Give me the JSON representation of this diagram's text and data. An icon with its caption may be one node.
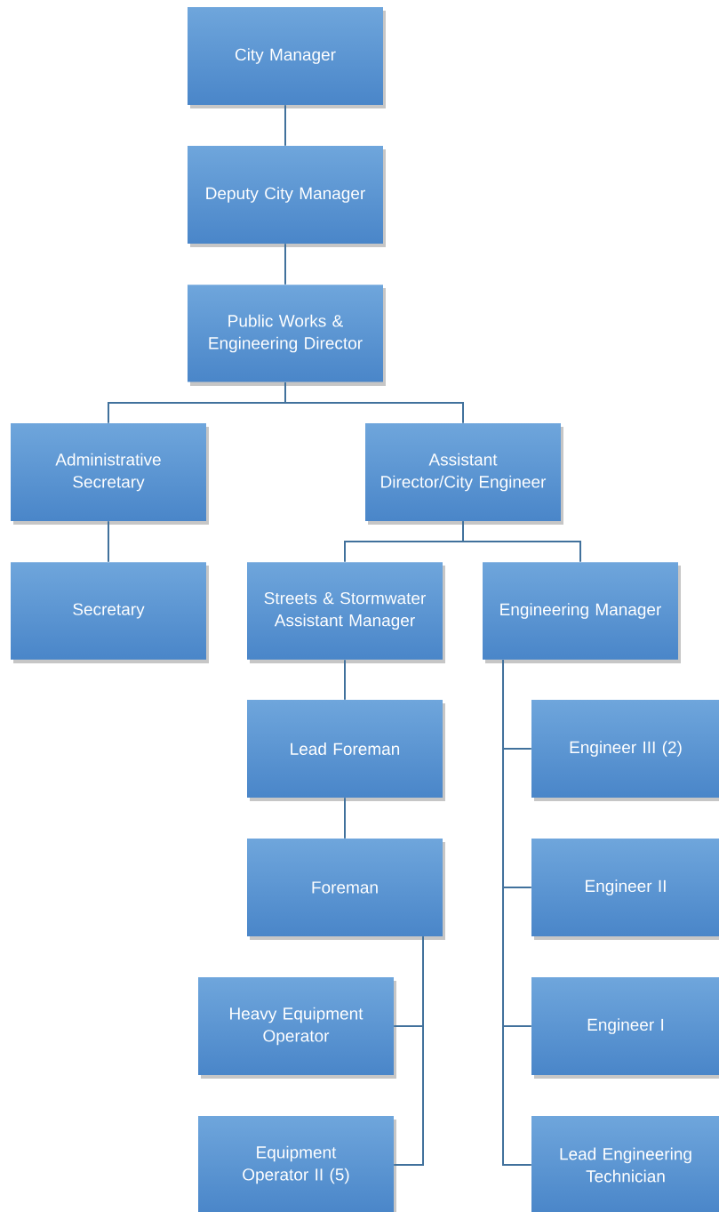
{
  "diagram": {
    "nodes": [
      {
        "text": [
          "City Manager"
        ]
      },
      {
        "text": [
          "Deputy City Manager"
        ]
      },
      {
        "text": [
          "Public Works & Engineering Director"
        ]
      },
      {
        "text": [
          "Administrative Secretary"
        ]
      },
      {
        "text": [
          "Assistant Director/City Engineer"
        ]
      },
      {
        "text": [
          "Secretary"
        ]
      },
      {
        "text": [
          "Streets & Stormwater Assistant Manager"
        ]
      },
      {
        "text": [
          "Engineering Manager"
        ]
      },
      {
        "text": [
          "Lead Foreman"
        ]
      },
      {
        "text": [
          "Foreman"
        ]
      },
      {
        "text": [
          "Heavy Equipment Operator"
        ]
      },
      {
        "text": [
          "Equipment Operator II (5)"
        ]
      },
      {
        "text": [
          "Engineer III (2)"
        ]
      },
      {
        "text": [
          "Engineer II"
        ]
      },
      {
        "text": [
          "Engineer I"
        ]
      },
      {
        "text": [
          "Lead Engineering Technician"
        ]
      }
    ],
    "edges": [
      {
        "from": 0,
        "to": 1,
        "arrow": "none"
      },
      {
        "from": 1,
        "to": 2,
        "arrow": "none"
      },
      {
        "from": 2,
        "to": 3,
        "arrow": "none"
      },
      {
        "from": 2,
        "to": 4,
        "arrow": "none"
      },
      {
        "from": 3,
        "to": 5,
        "arrow": "none"
      },
      {
        "from": 4,
        "to": 6,
        "arrow": "none"
      },
      {
        "from": 4,
        "to": 7,
        "arrow": "none"
      },
      {
        "from": 6,
        "to": 8,
        "arrow": "none"
      },
      {
        "from": 8,
        "to": 9,
        "arrow": "none"
      },
      {
        "from": 9,
        "to": 10,
        "arrow": "none"
      },
      {
        "from": 9,
        "to": 11,
        "arrow": "none"
      },
      {
        "from": 7,
        "to": 12,
        "arrow": "none"
      },
      {
        "from": 7,
        "to": 13,
        "arrow": "none"
      },
      {
        "from": 7,
        "to": 14,
        "arrow": "none"
      },
      {
        "from": 7,
        "to": 15,
        "arrow": "none"
      }
    ]
  }
}
